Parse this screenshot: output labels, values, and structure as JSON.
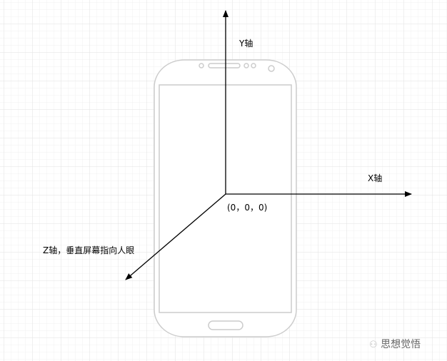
{
  "labels": {
    "y_axis": "Y轴",
    "x_axis": "X轴",
    "z_axis": "Z轴，垂直屏幕指向人眼",
    "origin": "(0，0，0)"
  },
  "watermark": "思想觉悟",
  "colors": {
    "axis": "#000000",
    "phone": "#cccccc",
    "grid_minor": "#f2f2f2",
    "grid_major": "#e0e0e0"
  }
}
